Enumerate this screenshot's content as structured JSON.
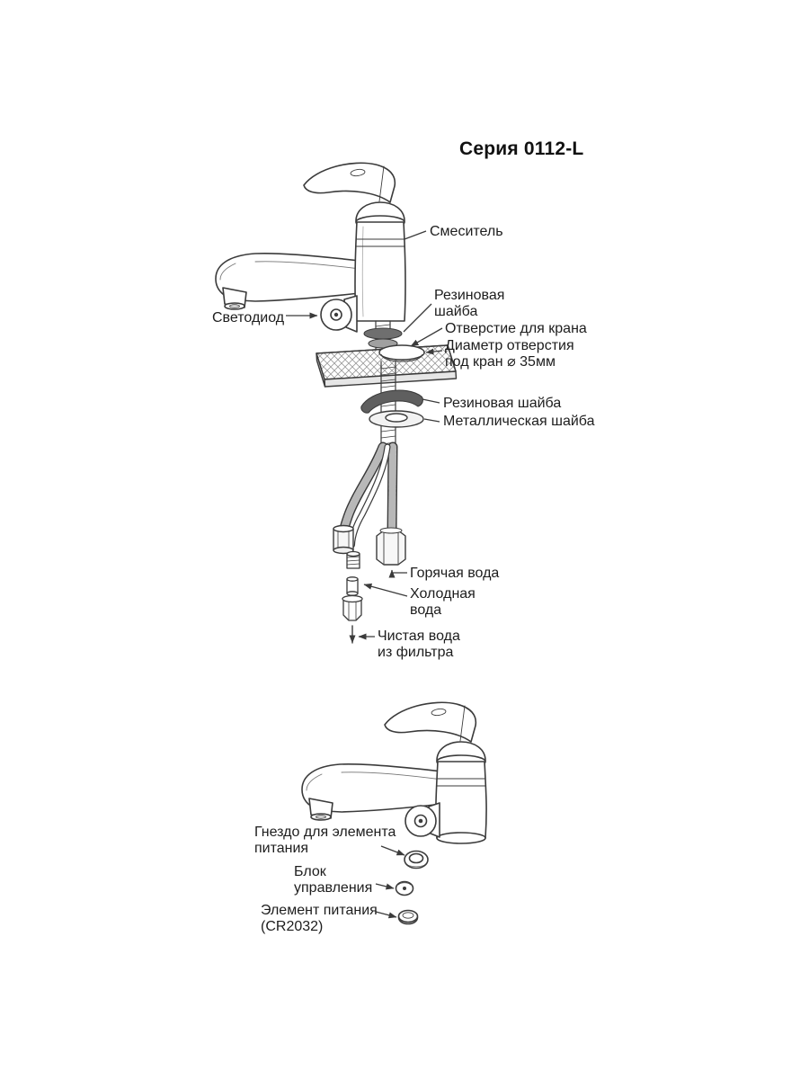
{
  "page": {
    "title": "Серия 0112-L",
    "background": "#ffffff"
  },
  "colors": {
    "line": "#3b3b3b",
    "text": "#1d1d1d",
    "rubber_washer_dark": "#5f5f5f",
    "countertop_hatch": "#9a9a9a"
  },
  "diagram_top": {
    "labels": {
      "mixer": "Смеситель",
      "rubber_washer_upper": "Резиновая\nшайба",
      "tap_hole": "Отверстие для крана",
      "hole_diameter": "Диаметр отверстия\nпод кран ⌀ 35мм",
      "led": "Светодиод",
      "rubber_washer_lower": "Резиновая шайба",
      "metal_washer": "Металлическая шайба",
      "hot_water": "Горячая вода",
      "cold_water": "Холодная\nвода",
      "filtered_water": "Чистая вода\nиз фильтра"
    }
  },
  "diagram_bottom": {
    "labels": {
      "battery_socket": "Гнездо для элемента\nпитания",
      "control_unit": "Блок\nуправления",
      "battery": "Элемент питания\n(CR2032)"
    }
  }
}
